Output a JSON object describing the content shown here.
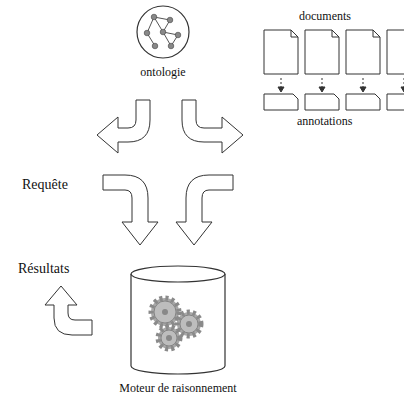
{
  "diagram": {
    "nodes": [
      {
        "text": [
          "ontologie"
        ]
      },
      {
        "text": [
          "Moteur de raisonnement"
        ]
      }
    ],
    "labels": [
      "documents",
      "annotations",
      "Requête",
      "Résultats"
    ]
  }
}
